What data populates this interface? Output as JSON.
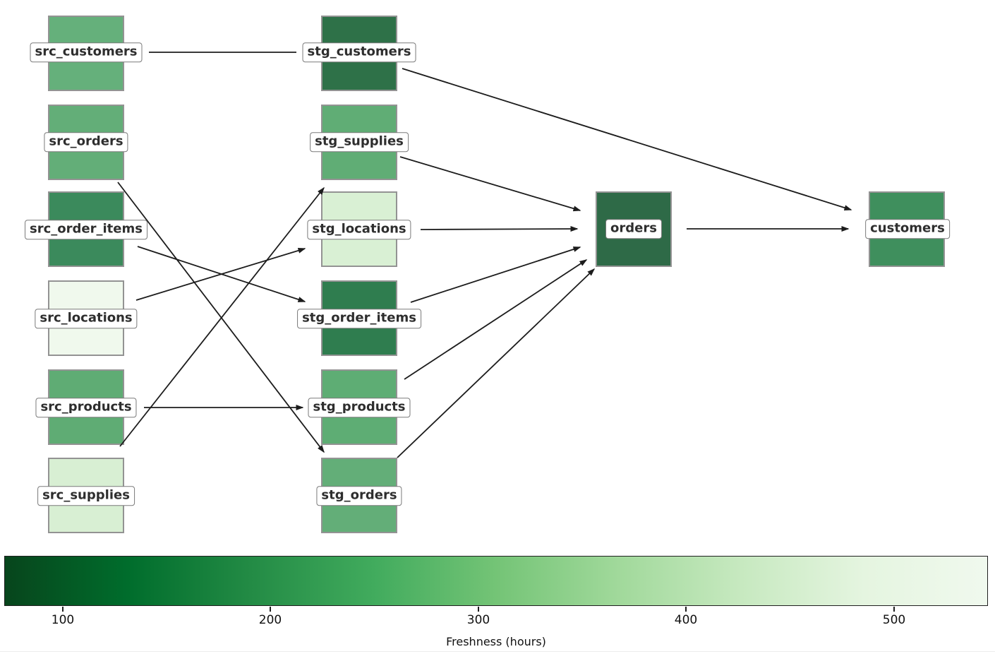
{
  "diagram": {
    "type": "lineage-dag",
    "nodes": {
      "src_customers": {
        "label": "src_customers",
        "color": "#65b07b"
      },
      "src_orders": {
        "label": "src_orders",
        "color": "#63ae78"
      },
      "src_order_items": {
        "label": "src_order_items",
        "color": "#3b8a5c"
      },
      "src_locations": {
        "label": "src_locations",
        "color": "#f0f9ed"
      },
      "src_products": {
        "label": "src_products",
        "color": "#5fac74"
      },
      "src_supplies": {
        "label": "src_supplies",
        "color": "#d8efd3"
      },
      "stg_customers": {
        "label": "stg_customers",
        "color": "#2e7148"
      },
      "stg_supplies": {
        "label": "stg_supplies",
        "color": "#60ad75"
      },
      "stg_locations": {
        "label": "stg_locations",
        "color": "#d9f0d4"
      },
      "stg_order_items": {
        "label": "stg_order_items",
        "color": "#2f7d4f"
      },
      "stg_products": {
        "label": "stg_products",
        "color": "#5ead74"
      },
      "stg_orders": {
        "label": "stg_orders",
        "color": "#63ae78"
      },
      "orders": {
        "label": "orders",
        "color": "#2e6a47"
      },
      "customers": {
        "label": "customers",
        "color": "#3f8f5d"
      }
    },
    "edges": [
      {
        "from": "src_customers",
        "to": "stg_customers",
        "arrow_visible": false
      },
      {
        "from": "src_orders",
        "to": "stg_orders",
        "arrow_visible": true
      },
      {
        "from": "src_order_items",
        "to": "stg_order_items",
        "arrow_visible": true
      },
      {
        "from": "src_locations",
        "to": "stg_locations",
        "arrow_visible": true
      },
      {
        "from": "src_products",
        "to": "stg_products",
        "arrow_visible": true
      },
      {
        "from": "src_supplies",
        "to": "stg_supplies",
        "arrow_visible": true
      },
      {
        "from": "stg_customers",
        "to": "customers",
        "arrow_visible": true
      },
      {
        "from": "stg_supplies",
        "to": "orders",
        "arrow_visible": true
      },
      {
        "from": "stg_locations",
        "to": "orders",
        "arrow_visible": true
      },
      {
        "from": "stg_order_items",
        "to": "orders",
        "arrow_visible": true
      },
      {
        "from": "stg_products",
        "to": "orders",
        "arrow_visible": true
      },
      {
        "from": "stg_orders",
        "to": "orders",
        "arrow_visible": true
      },
      {
        "from": "orders",
        "to": "customers",
        "arrow_visible": true
      }
    ],
    "colorbar": {
      "label": "Freshness (hours)",
      "ticks": [
        "100",
        "200",
        "300",
        "400",
        "500"
      ],
      "gradient": [
        "#07451c",
        "#006d2c",
        "#238b45",
        "#41ab5d",
        "#74c476",
        "#a1d99b",
        "#c7e9c0",
        "#e5f5e0",
        "#f0f9ee"
      ]
    }
  }
}
